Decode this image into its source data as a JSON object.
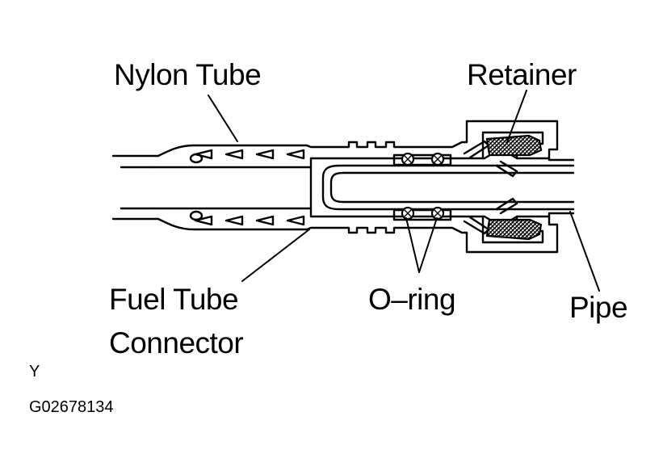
{
  "labels": {
    "nylon_tube": "Nylon Tube",
    "retainer": "Retainer",
    "fuel_tube_connector_line1": "Fuel Tube",
    "fuel_tube_connector_line2": "Connector",
    "o_ring": "O–ring",
    "pipe": "Pipe"
  },
  "footer": {
    "code": "Y",
    "figure_id": "G02678134"
  }
}
